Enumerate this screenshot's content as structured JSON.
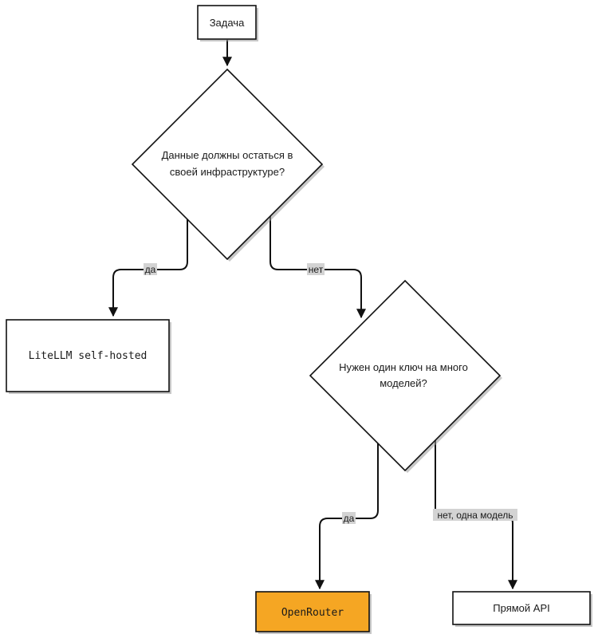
{
  "nodes": {
    "task": {
      "label": "Задача"
    },
    "decision_infra": {
      "line1": "Данные должны остаться в",
      "line2": "своей инфраструктуре?"
    },
    "litellm": {
      "label": "LiteLLM self-hosted"
    },
    "decision_key": {
      "line1": "Нужен один ключ на много",
      "line2": "моделей?"
    },
    "openrouter": {
      "label": "OpenRouter",
      "fill": "#f5a623"
    },
    "direct_api": {
      "label": "Прямой API"
    }
  },
  "edges": {
    "infra_yes": {
      "label": "да"
    },
    "infra_no": {
      "label": "нет"
    },
    "key_yes": {
      "label": "да"
    },
    "key_no": {
      "label": "нет, одна модель"
    }
  },
  "colors": {
    "stroke": "#111111",
    "label_bg": "#d3d3d3",
    "highlight": "#f5a623"
  }
}
